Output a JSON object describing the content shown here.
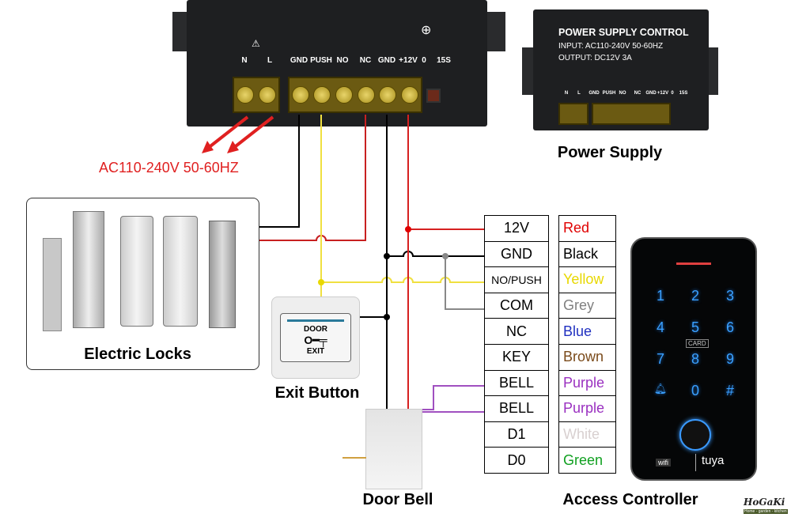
{
  "main_psu": {
    "terminal_labels": [
      "N",
      "L",
      "GND",
      "PUSH",
      "NO",
      "NC",
      "GND",
      "+12V",
      "0",
      "15S"
    ],
    "ac_input_label": "AC110-240V 50-60HZ"
  },
  "psu_photo": {
    "title": "POWER SUPPLY CONTROL",
    "input": "INPUT: AC110-240V  50-60HZ",
    "output": "OUTPUT: DC12V 3A",
    "terminal_labels": [
      "N",
      "L",
      "GND",
      "PUSH",
      "NO",
      "NC",
      "GND",
      "+12V",
      "0",
      "15S"
    ],
    "caption": "Power Supply"
  },
  "electric_locks": {
    "caption": "Electric Locks"
  },
  "exit_button": {
    "caption": "Exit Button",
    "text_top": "DOOR",
    "text_bottom": "EXIT"
  },
  "door_bell": {
    "caption": "Door Bell"
  },
  "access_controller": {
    "caption": "Access Controller",
    "keys": [
      "1",
      "2",
      "3",
      "4",
      "5",
      "6",
      "7",
      "8",
      "9",
      "bell",
      "0",
      "#"
    ],
    "card_label": "CARD",
    "wifi_label": "wifi",
    "brand": "tuya"
  },
  "wiring_table": [
    {
      "terminal": "12V",
      "color": "Red",
      "hex": "#e00000"
    },
    {
      "terminal": "GND",
      "color": "Black",
      "hex": "#000000"
    },
    {
      "terminal": "NO/PUSH",
      "color": "Yellow",
      "hex": "#e8d800"
    },
    {
      "terminal": "COM",
      "color": "Grey",
      "hex": "#808080"
    },
    {
      "terminal": "NC",
      "color": "Blue",
      "hex": "#2030c0"
    },
    {
      "terminal": "KEY",
      "color": "Brown",
      "hex": "#7a4a1a"
    },
    {
      "terminal": "BELL",
      "color": "Purple",
      "hex": "#9a30c0"
    },
    {
      "terminal": "BELL",
      "color": "Purple",
      "hex": "#9a30c0"
    },
    {
      "terminal": "D1",
      "color": "White",
      "hex": "#d8d0d0"
    },
    {
      "terminal": "D0",
      "color": "Green",
      "hex": "#10a020"
    }
  ],
  "wire_colors": {
    "red": "#d62020",
    "black": "#000000",
    "yellow": "#f0e040",
    "grey": "#888888",
    "purple": "#a050c0",
    "ac_arrow": "#e02020"
  },
  "logo": {
    "text": "HoGaKi",
    "tagline": "Home - garden - kitchen"
  }
}
